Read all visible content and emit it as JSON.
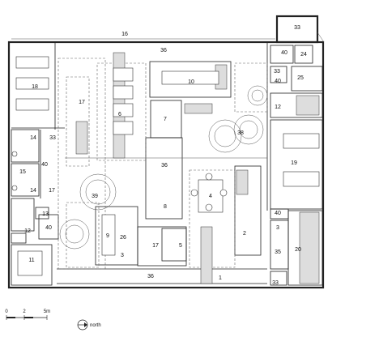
{
  "rooms": [
    {
      "id": "r33-top",
      "label": "33"
    },
    {
      "id": "r16",
      "label": "16"
    },
    {
      "id": "r36-top",
      "label": "36"
    },
    {
      "id": "r18",
      "label": "18"
    },
    {
      "id": "r17-left",
      "label": "17"
    },
    {
      "id": "r6",
      "label": "6"
    },
    {
      "id": "r10",
      "label": "10"
    },
    {
      "id": "r7",
      "label": "7"
    },
    {
      "id": "r40-topright",
      "label": "40"
    },
    {
      "id": "r24",
      "label": "24"
    },
    {
      "id": "r33-right",
      "label": "33"
    },
    {
      "id": "r25",
      "label": "25"
    },
    {
      "id": "r40-right",
      "label": "40"
    },
    {
      "id": "r12-right",
      "label": "12"
    },
    {
      "id": "r38",
      "label": "38"
    },
    {
      "id": "r14-a",
      "label": "14"
    },
    {
      "id": "r33-left",
      "label": "33"
    },
    {
      "id": "r40-left",
      "label": "40"
    },
    {
      "id": "r15",
      "label": "15"
    },
    {
      "id": "r36-mid",
      "label": "36"
    },
    {
      "id": "r19",
      "label": "19"
    },
    {
      "id": "r14-b",
      "label": "14"
    },
    {
      "id": "r17-small",
      "label": "17"
    },
    {
      "id": "r39",
      "label": "39"
    },
    {
      "id": "r4",
      "label": "4"
    },
    {
      "id": "r8",
      "label": "8"
    },
    {
      "id": "r13",
      "label": "13"
    },
    {
      "id": "r12-left",
      "label": "12"
    },
    {
      "id": "r40-lower",
      "label": "40"
    },
    {
      "id": "r9",
      "label": "9"
    },
    {
      "id": "r26",
      "label": "26"
    },
    {
      "id": "r17-bottom",
      "label": "17"
    },
    {
      "id": "r5",
      "label": "5"
    },
    {
      "id": "r2",
      "label": "2"
    },
    {
      "id": "r40-br",
      "label": "40"
    },
    {
      "id": "r3-left",
      "label": "3"
    },
    {
      "id": "r3-right",
      "label": "3"
    },
    {
      "id": "r35",
      "label": "35"
    },
    {
      "id": "r20",
      "label": "20"
    },
    {
      "id": "r11",
      "label": "11"
    },
    {
      "id": "r36-bottom",
      "label": "36"
    },
    {
      "id": "r1",
      "label": "1"
    },
    {
      "id": "r33-bottom",
      "label": "33"
    }
  ],
  "scale_bar": {
    "ticks": [
      "0",
      "2",
      "5m"
    ]
  },
  "north": {
    "label": "north"
  }
}
